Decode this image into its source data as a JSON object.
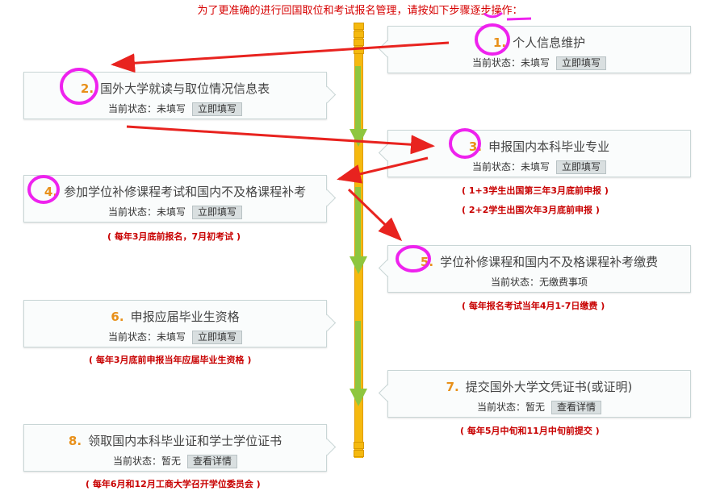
{
  "intro": "为了更准确的进行回国取位和考试报名管理，请按如下步骤逐步操作：",
  "status_label": "当前状态：",
  "steps": [
    {
      "num": "1.",
      "title": "个人信息维护",
      "status": "未填写",
      "button": "立即填写"
    },
    {
      "num": "2.",
      "title": "国外大学就读与取位情况信息表",
      "status": "未填写",
      "button": "立即填写"
    },
    {
      "num": "3.",
      "title": "申报国内本科毕业专业",
      "status": "未填写",
      "button": "立即填写"
    },
    {
      "num": "4.",
      "title": "参加学位补修课程考试和国内不及格课程补考",
      "status": "未填写",
      "button": "立即填写"
    },
    {
      "num": "5.",
      "title": "学位补修课程和国内不及格课程补考缴费",
      "status": "无缴费事项",
      "button": ""
    },
    {
      "num": "6.",
      "title": "申报应届毕业生资格",
      "status": "未填写",
      "button": "立即填写"
    },
    {
      "num": "7.",
      "title": "提交国外大学文凭证书(或证明)",
      "status": "暂无",
      "button": "查看详情"
    },
    {
      "num": "8.",
      "title": "领取国内本科毕业证和学士学位证书",
      "status": "暂无",
      "button": "查看详情"
    }
  ],
  "notes": {
    "step3_a": "( 1+3学生出国第三年3月底前申报 )",
    "step3_b": "( 2+2学生出国次年3月底前申报 )",
    "step4": "( 每年3月底前报名，7月初考试 )",
    "step5": "( 每年报名考试当年4月1-7日缴费 )",
    "step6": "( 每年3月底前申报当年应届毕业生资格 )",
    "step7": "( 每年5月中旬和11月中旬前提交 )",
    "step8": "( 每年6月和12月工商大学召开学位委员会 )"
  },
  "colors": {
    "intro_red": "#d60000",
    "annotation_red": "#e8231f",
    "highlight_magenta": "#ee22ee",
    "number_orange": "#e8901a",
    "timeline_yellow": "#f5b90f",
    "timeline_green": "#8ec63f"
  }
}
